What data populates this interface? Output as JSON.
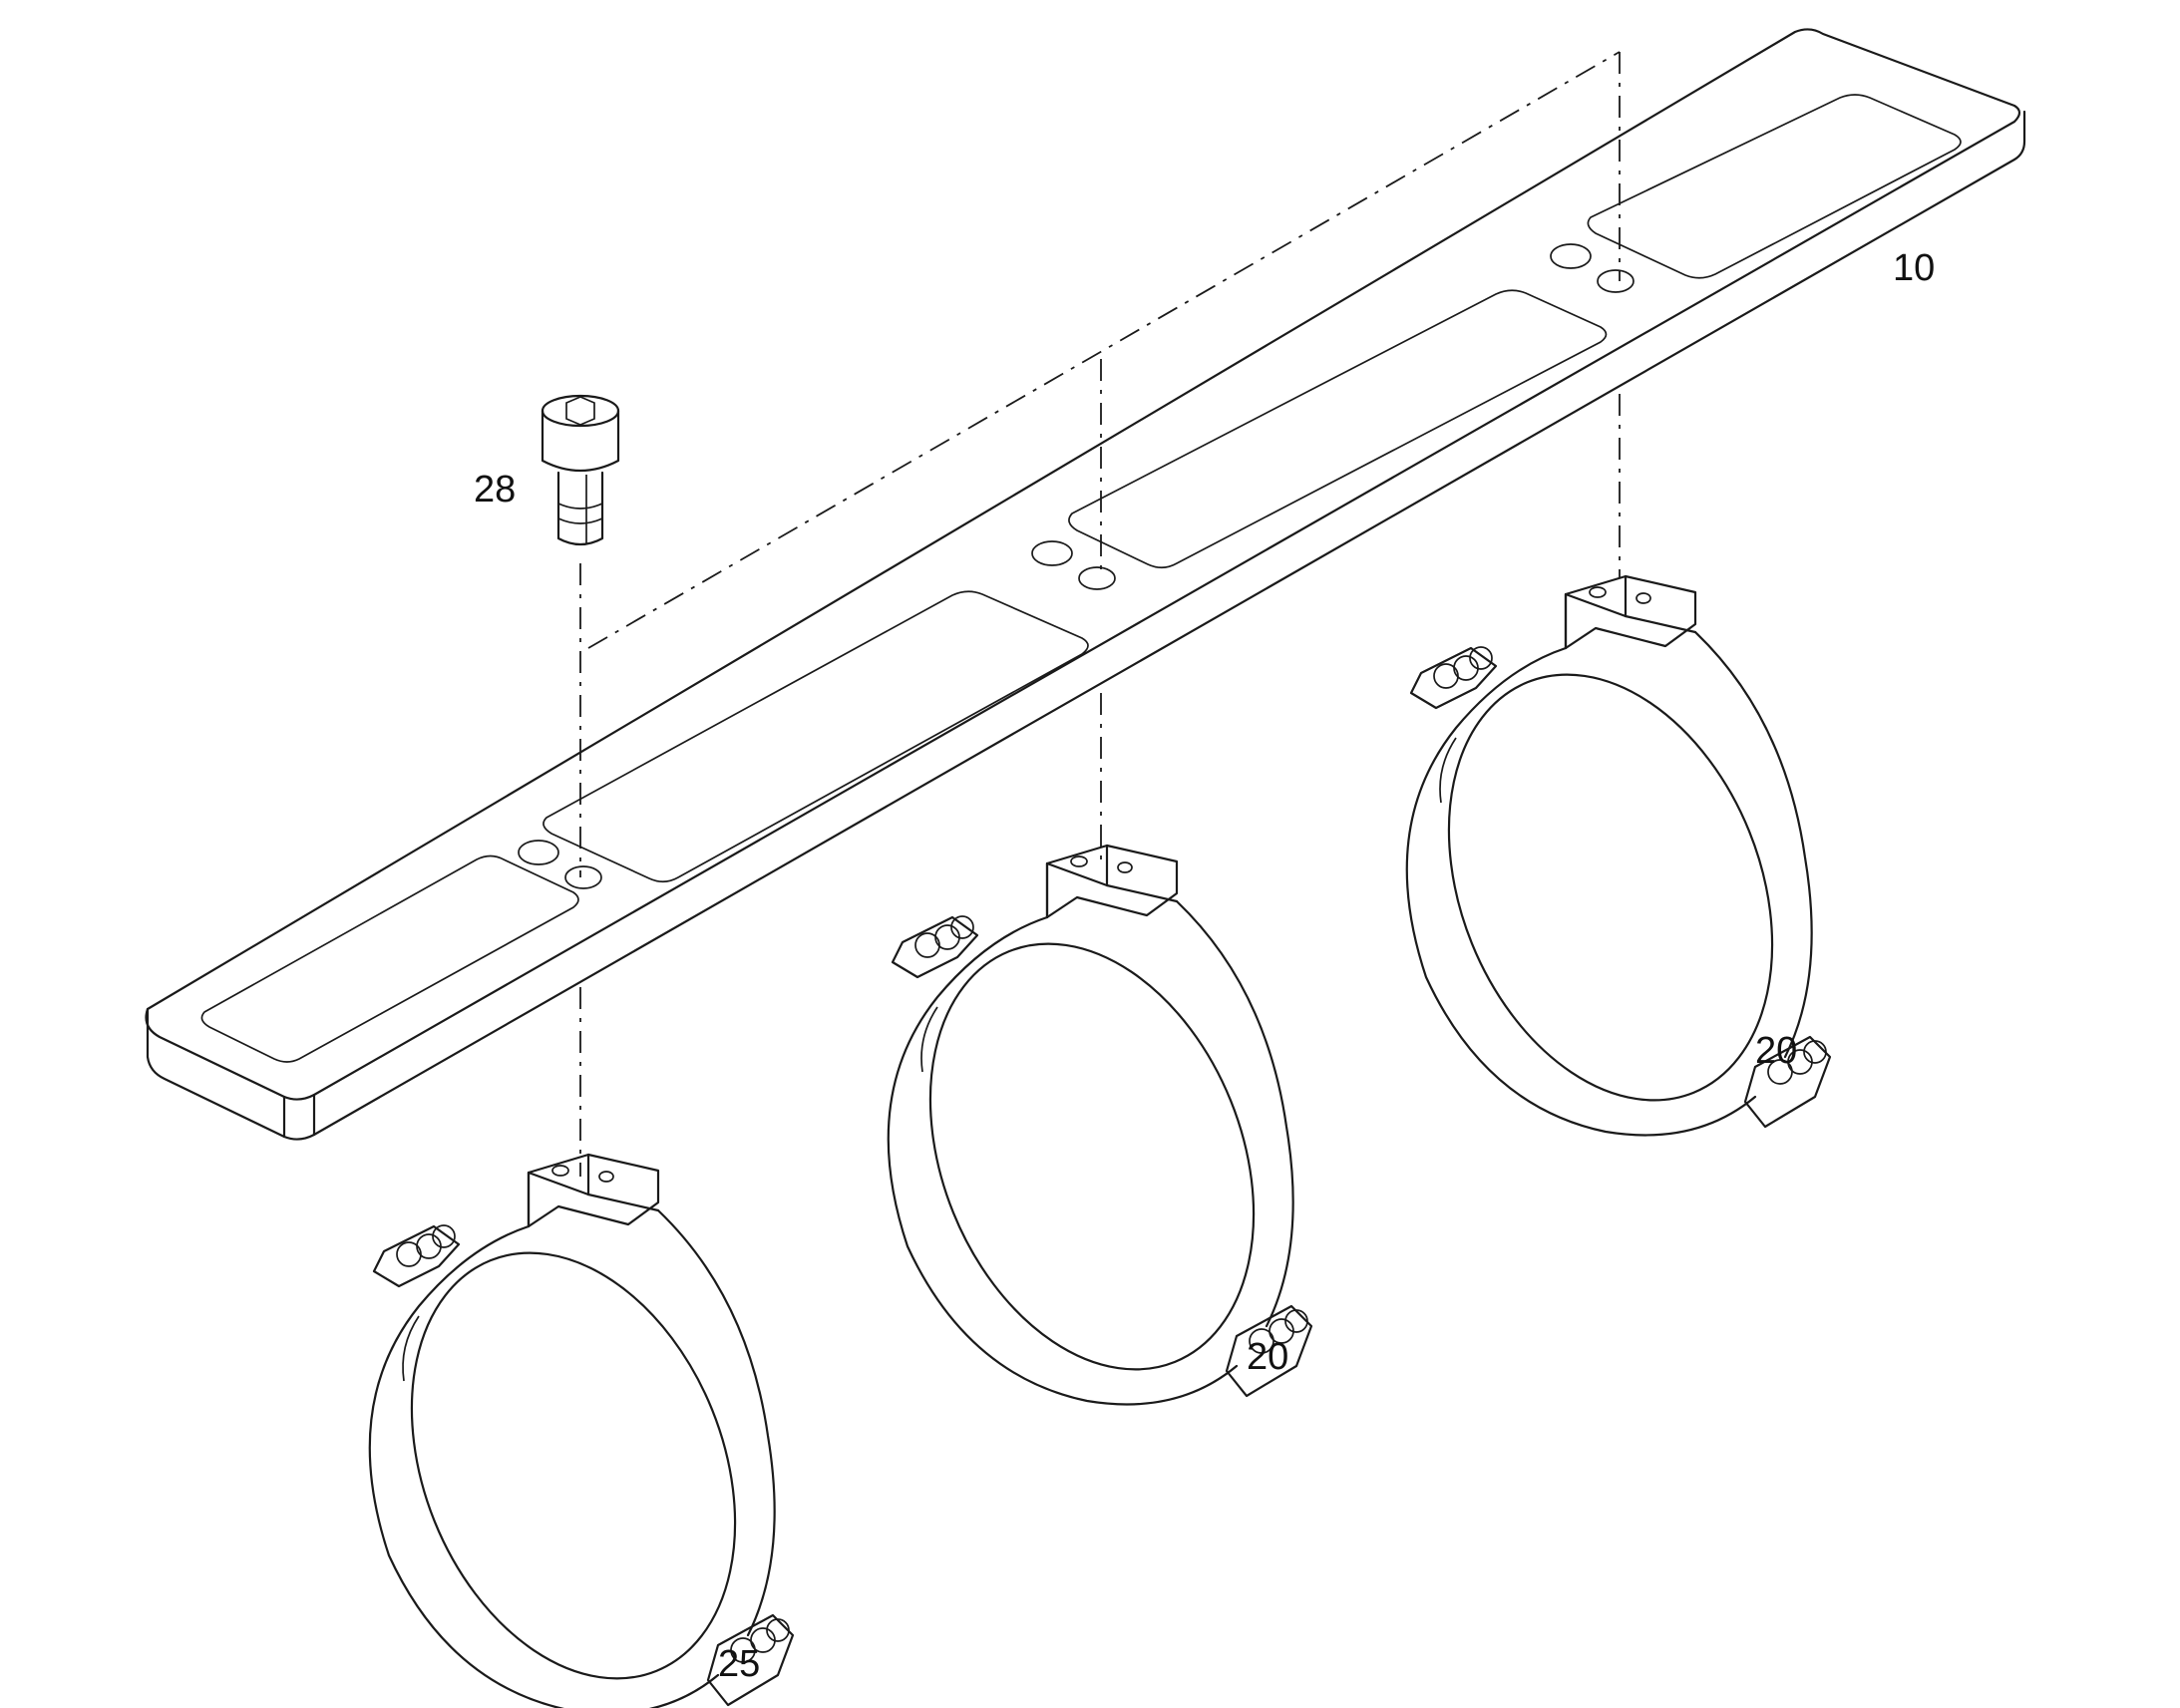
{
  "callouts": {
    "bar": "10",
    "clamp_right": "20",
    "clamp_middle": "20",
    "clamp_left": "25",
    "screw": "28"
  },
  "colors": {
    "line": "#1a1a1a",
    "background": "#ffffff"
  },
  "icons": [
    "hex-socket-screw-icon",
    "pipe-clamp-icon",
    "mounting-bar-icon"
  ]
}
